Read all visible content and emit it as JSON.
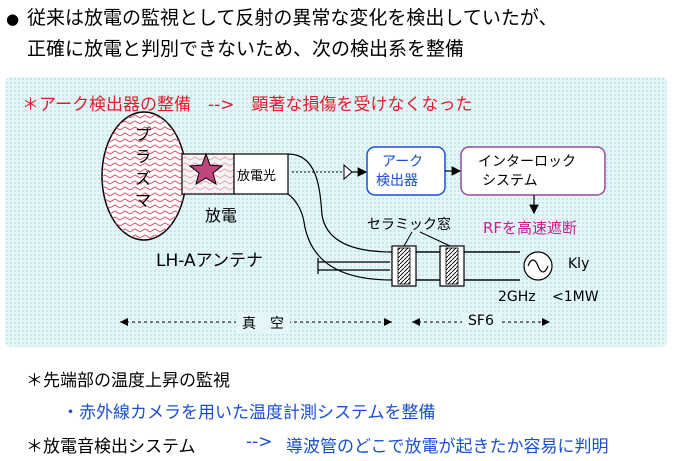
{
  "header": {
    "bullet": "●",
    "line1": "従来は放電の監視として反射の異常な変化を検出していたが、",
    "line2": "正確に放電と判別できないため、次の検出系を整備"
  },
  "panel": {
    "title": "＊アーク検出器の整備　-->　顕著な損傷を受けなくなった",
    "plasma_label": "プラズマ",
    "discharge_label": "放電",
    "discharge_light": "放電光",
    "arc_detector": [
      "アーク",
      "検出器"
    ],
    "interlock": [
      "インターロック",
      "システム"
    ],
    "rf_cutoff": "RFを高速遮断",
    "ceramic_window": "セラミック窓",
    "antenna": "LH-Aアンテナ",
    "klystron": "Kly",
    "frequency": "2GHz",
    "power": "<1MW",
    "vacuum": "真　空",
    "sf6": "SF6"
  },
  "items": {
    "temp_title": "＊先端部の温度上昇の監視",
    "temp_sub": "・赤外線カメラを用いた温度計測システムを整備",
    "sound_title": "＊放電音検出システム",
    "sound_arrow": "-->",
    "sound_desc": "導波管のどこで放電が起きたか容易に判明"
  },
  "colors": {
    "red": "#e21d2b",
    "blue": "#1a4fd0",
    "magenta": "#d11a8c",
    "star": "#c2457e",
    "panel": "#e4f6f8"
  }
}
